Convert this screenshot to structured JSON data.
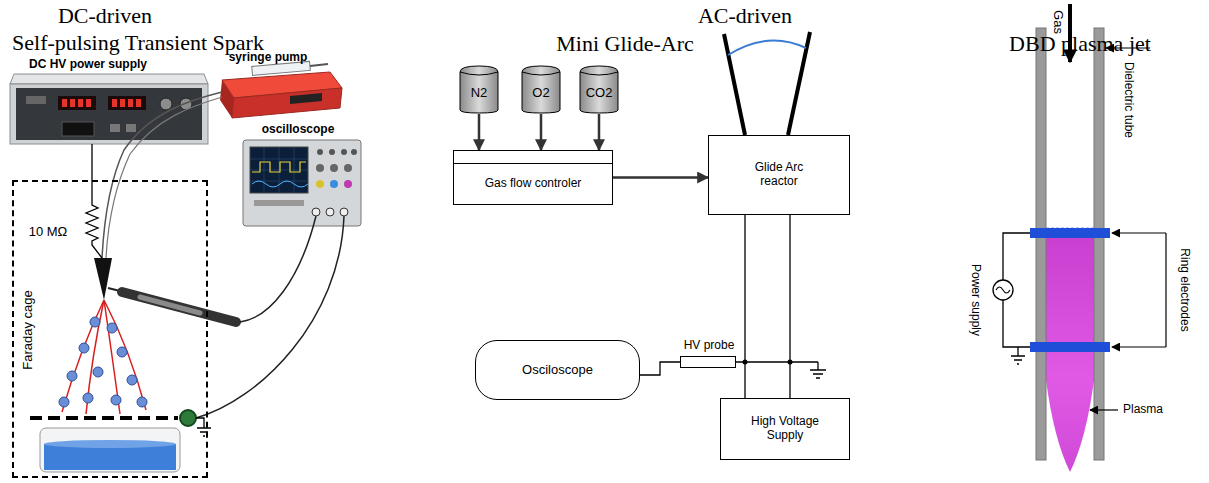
{
  "diagram": {
    "nodes": [
      {
        "text": [
          "Faraday cage"
        ]
      },
      {
        "text": [
          "N2"
        ]
      },
      {
        "text": [
          "O2"
        ]
      },
      {
        "text": [
          "CO2"
        ]
      },
      {
        "text": [
          "Gas flow controler"
        ]
      },
      {
        "text": [
          "Glide Arc reactor"
        ]
      },
      {
        "text": [
          "HV probe"
        ]
      },
      {
        "text": [
          "Osciloscope"
        ]
      },
      {
        "text": [
          "High Voltage Supply"
        ]
      }
    ],
    "edges": [
      {
        "from": 1,
        "to": 4,
        "arrow": "to"
      },
      {
        "from": 2,
        "to": 4,
        "arrow": "to"
      },
      {
        "from": 3,
        "to": 4,
        "arrow": "to"
      },
      {
        "from": 4,
        "to": 5,
        "arrow": "to"
      },
      {
        "from": 5,
        "to": 8,
        "arrow": "none"
      },
      {
        "from": 5,
        "to": 8,
        "arrow": "none"
      },
      {
        "from": 7,
        "to": 6,
        "arrow": "none"
      }
    ],
    "labels": [
      "DC-driven",
      "Self-pulsing Transient Spark",
      "AC-driven",
      "Mini Glide-Arc",
      "DBD plasma jet",
      "DC HV power supply",
      "syringe pump",
      "oscilloscope",
      "10 MΩ",
      "Gas",
      "Dielectric tube",
      "Power supply",
      "Ring electrodes",
      "Plasma"
    ]
  }
}
